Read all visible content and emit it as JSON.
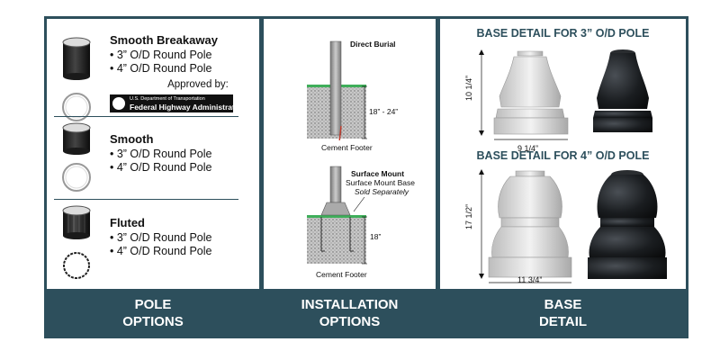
{
  "pole_options": {
    "smooth_breakaway": {
      "title": "Smooth Breakaway",
      "line1": "• 3” O/D Round Pole",
      "line2": "• 4” O/D Round Pole",
      "approved": "Approved by:",
      "logo_line1": "U.S. Department of Transportation",
      "logo_line2": "Federal Highway Administration"
    },
    "smooth": {
      "title": "Smooth",
      "line1": "• 3” O/D Round Pole",
      "line2": "• 4” O/D Round Pole"
    },
    "fluted": {
      "title": "Fluted",
      "line1": "• 3” O/D Round Pole",
      "line2": "• 4” O/D Round Pole"
    }
  },
  "installation": {
    "direct_burial": "Direct Burial",
    "burial_depth": "18” - 24”",
    "cement_footer_1": "Cement Footer",
    "surface_mount": "Surface Mount",
    "surface_mount_base": "Surface Mount Base",
    "sold_separately": "Sold Separately",
    "mount_depth": "18”",
    "cement_footer_2": "Cement Footer"
  },
  "base_detail": {
    "title_3": "BASE DETAIL FOR 3” O/D POLE",
    "height_3": "10 1/4”",
    "width_3": "9 1/4”",
    "title_4": "BASE DETAIL FOR 4” O/D POLE",
    "height_4": "17 1/2”",
    "width_4": "11 3/4”"
  },
  "footer": {
    "pole_1": "POLE",
    "pole_2": "OPTIONS",
    "install_1": "INSTALLATION",
    "install_2": "OPTIONS",
    "base_1": "BASE",
    "base_2": "DETAIL"
  },
  "colors": {
    "frame": "#2d4f5c",
    "base_title": "#2d4f5c"
  }
}
